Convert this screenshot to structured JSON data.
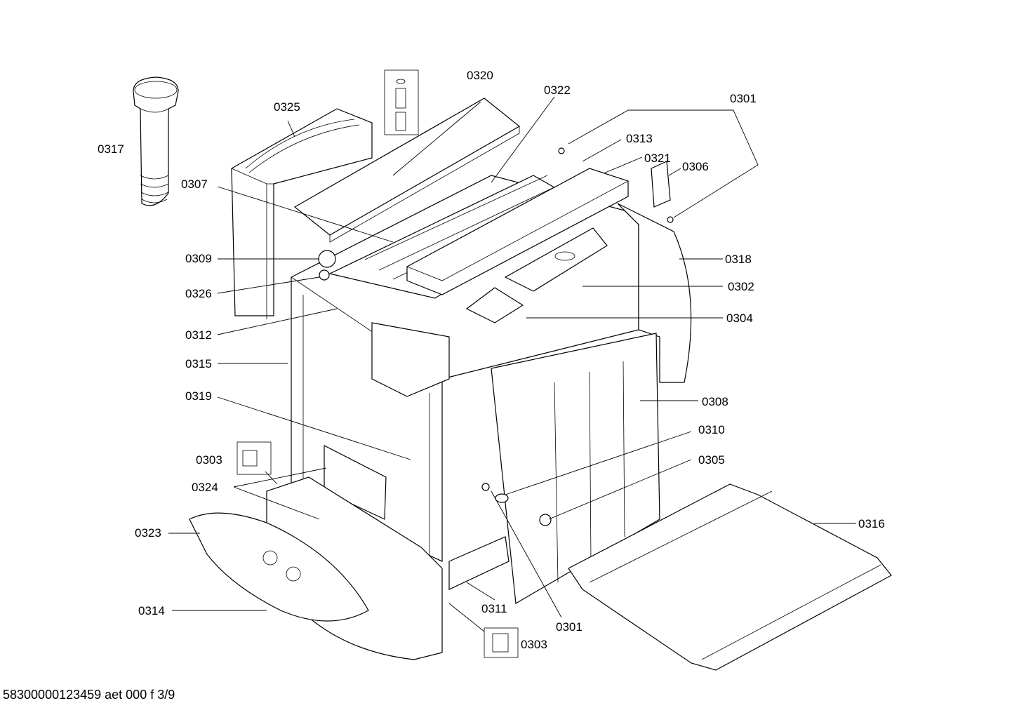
{
  "diagram": {
    "labels": {
      "p0301a": "0301",
      "p0301b": "0301",
      "p0302": "0302",
      "p0303a": "0303",
      "p0303b": "0303",
      "p0304": "0304",
      "p0305": "0305",
      "p0306": "0306",
      "p0307": "0307",
      "p0308": "0308",
      "p0309": "0309",
      "p0310": "0310",
      "p0311": "0311",
      "p0312": "0312",
      "p0313": "0313",
      "p0314": "0314",
      "p0315": "0315",
      "p0316": "0316",
      "p0317": "0317",
      "p0318": "0318",
      "p0319": "0319",
      "p0320": "0320",
      "p0321": "0321",
      "p0322": "0322",
      "p0323": "0323",
      "p0324": "0324",
      "p0325": "0325",
      "p0326": "0326"
    }
  },
  "footer": {
    "code": "58300000123459 aet 000 f 3/9"
  }
}
